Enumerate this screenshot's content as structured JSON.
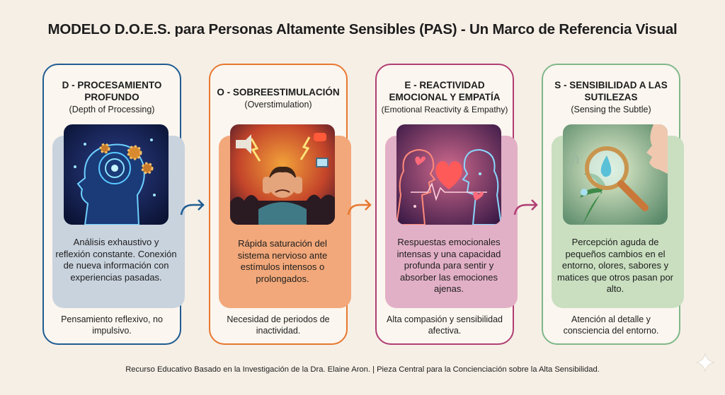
{
  "title": "MODELO D.O.E.S. para Personas Altamente Sensibles (PAS) - Un Marco de Referencia Visual",
  "cards": [
    {
      "heading": "D - PROCESAMIENTO PROFUNDO",
      "subtitle": "(Depth of Processing)",
      "description": "Análisis exhaustivo y reflexión constante. Conexión de nueva información con experiencias pasadas.",
      "note": "Pensamiento reflexivo, no impulsivo.",
      "color": "#1f5c92",
      "panel_color": "#c9d3de",
      "icon": "head-gears-brain-icon"
    },
    {
      "heading": "O - SOBREESTIMULACIÓN",
      "subtitle": "(Overstimulation)",
      "description": "Rápida saturación del sistema nervioso ante estímulos intensos o prolongados.",
      "note": "Necesidad de periodos de inactividad.",
      "color": "#e8772f",
      "panel_color": "#f2a87a",
      "icon": "overwhelmed-person-icon"
    },
    {
      "heading": "E - REACTIVIDAD EMOCIONAL Y EMPATÍA",
      "subtitle": "(Emotional Reactivity & Empathy)",
      "description": "Respuestas emocionales intensas y una capacidad profunda para sentir y absorber las emociones ajenas.",
      "note": "Alta compasión y sensibilidad afectiva.",
      "color": "#b03e73",
      "panel_color": "#e2b0c6",
      "icon": "two-faces-heart-icon"
    },
    {
      "heading": "S - SENSIBILIDAD A LAS SUTILEZAS",
      "subtitle": "(Sensing the Subtle)",
      "description": "Percepción aguda de pequeños cambios en el entorno, olores, sabores y matices que otros pasan por alto.",
      "note": "Atención al detalle y consciencia del entorno.",
      "color": "#7fb889",
      "panel_color": "#c9dfc0",
      "icon": "magnifier-droplet-icon"
    }
  ],
  "footer": "Recurso Educativo Basado en la Investigación de la Dra. Elaine Aron. | Pieza Central para la Concienciación sobre la Alta Sensibilidad."
}
